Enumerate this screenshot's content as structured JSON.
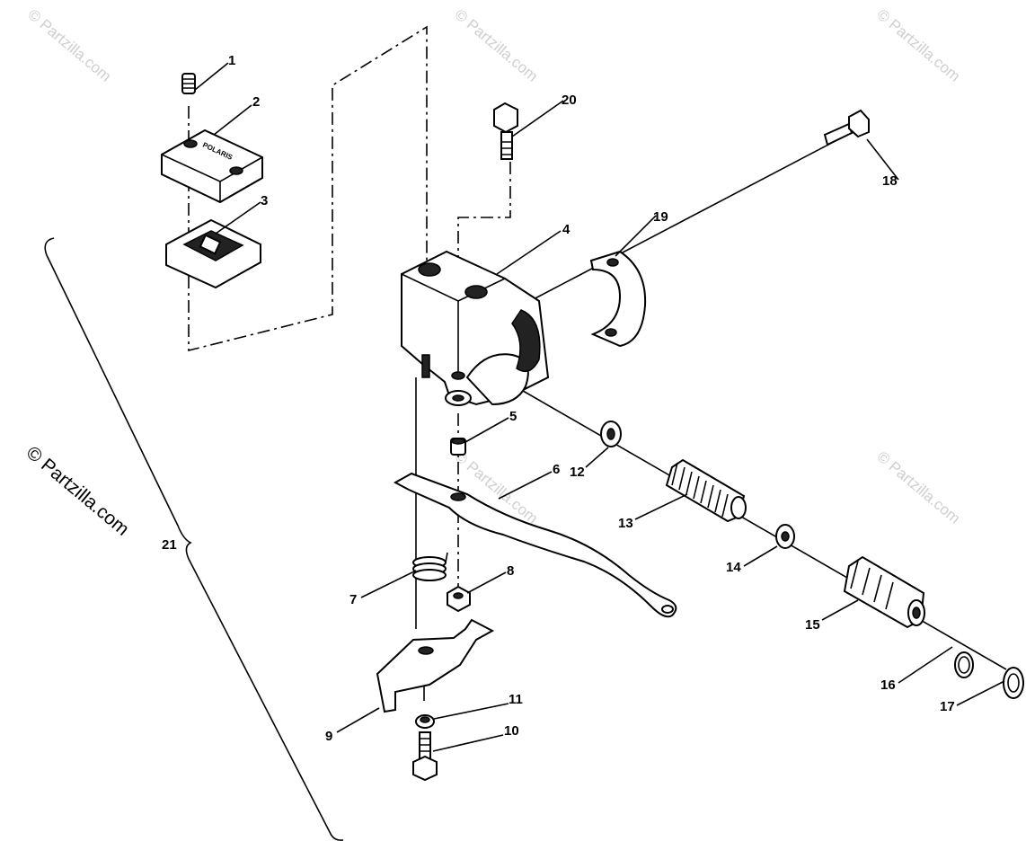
{
  "watermark_main": "© Partzilla.com",
  "watermark_faint": "© Partzilla.com",
  "part_labels": [
    "1",
    "2",
    "3",
    "4",
    "5",
    "6",
    "7",
    "8",
    "9",
    "10",
    "11",
    "12",
    "13",
    "14",
    "15",
    "16",
    "17",
    "18",
    "19",
    "20",
    "21"
  ],
  "cover_text": "POLARIS",
  "colors": {
    "line": "#000000",
    "watermark": "#cfcfcf",
    "background": "#ffffff"
  }
}
